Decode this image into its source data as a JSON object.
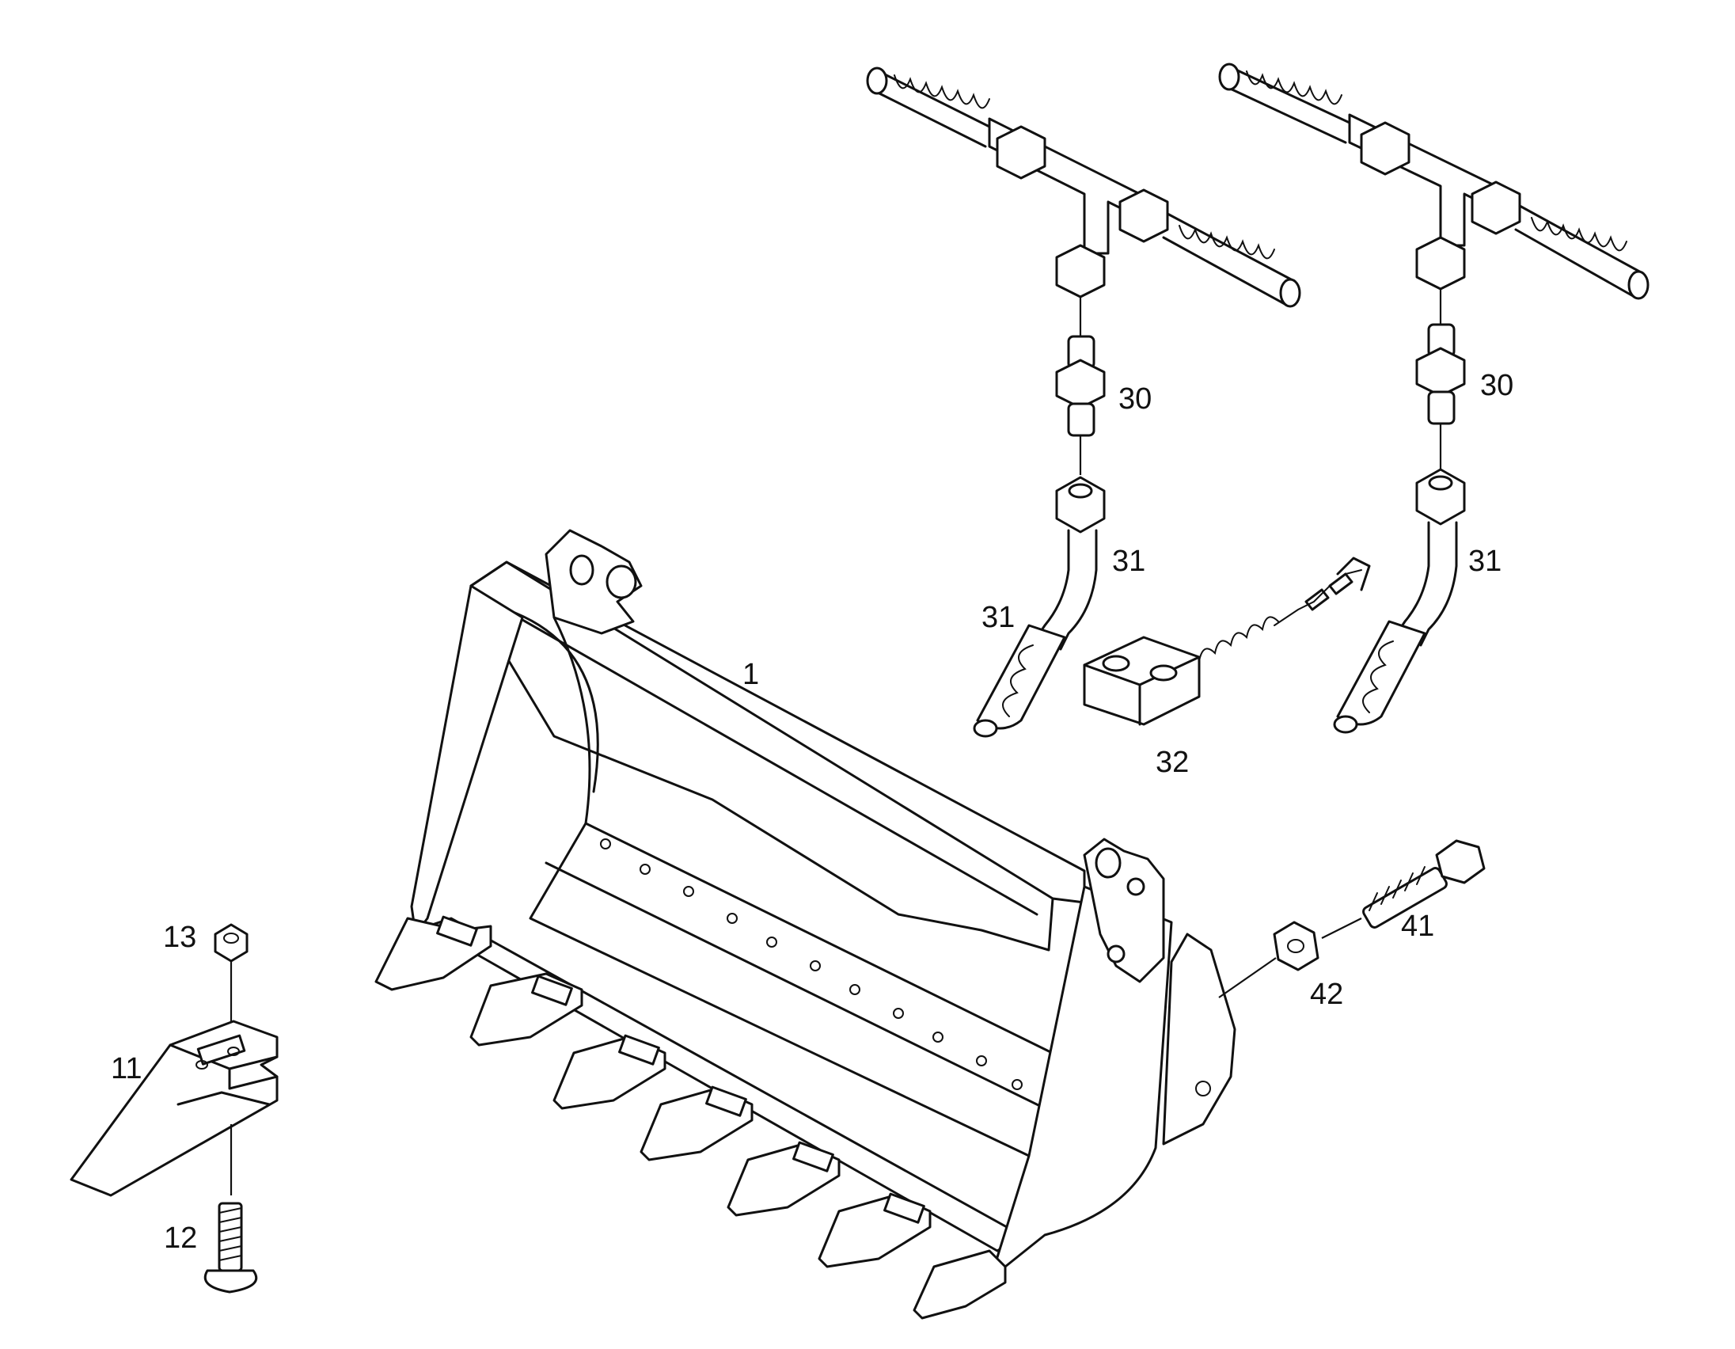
{
  "callouts": {
    "bucket": "1",
    "tooth": "11",
    "tooth_bolt": "12",
    "tooth_nut": "13",
    "adapter_left": "30",
    "adapter_right": "30",
    "hose_left_upper": "31",
    "hose_left_lower": "31",
    "hose_right": "31",
    "weight_block": "32",
    "pivot_bolt": "41",
    "pivot_nut": "42"
  }
}
